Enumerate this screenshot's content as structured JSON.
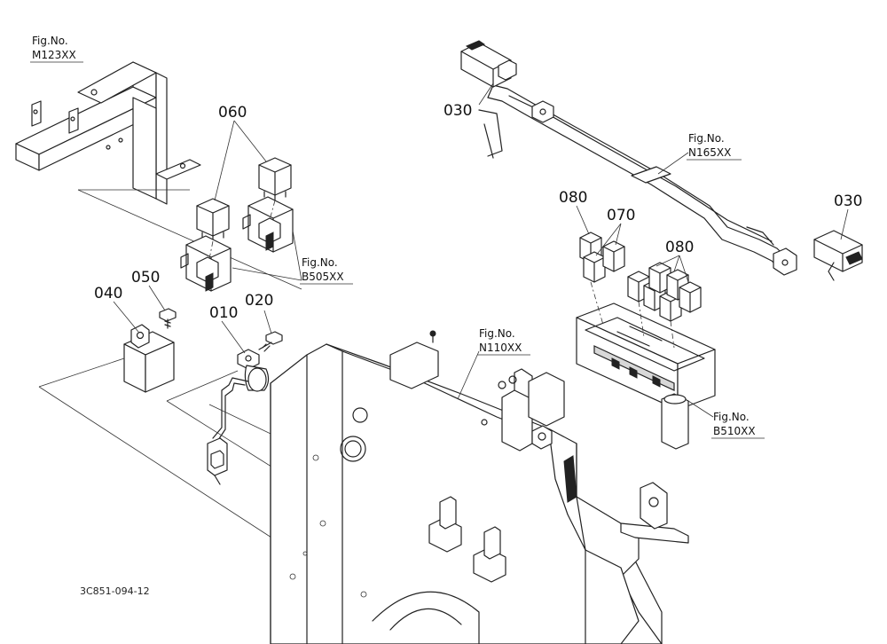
{
  "part_numbers": {
    "p010": "010",
    "p020": "020",
    "p030_left": "030",
    "p030_right": "030",
    "p040": "040",
    "p050": "050",
    "p060": "060",
    "p070": "070",
    "p080_top": "080",
    "p080_right": "080"
  },
  "fig_refs": {
    "m123": {
      "line1": "Fig.No.",
      "line2": "M123XX"
    },
    "b505": {
      "line1": "Fig.No.",
      "line2": "B505XX"
    },
    "n165": {
      "line1": "Fig.No.",
      "line2": "N165XX"
    },
    "n110": {
      "line1": "Fig.No.",
      "line2": "N110XX"
    },
    "b510": {
      "line1": "Fig.No.",
      "line2": "B510XX"
    }
  },
  "drawing_code": "3C851-094-12"
}
